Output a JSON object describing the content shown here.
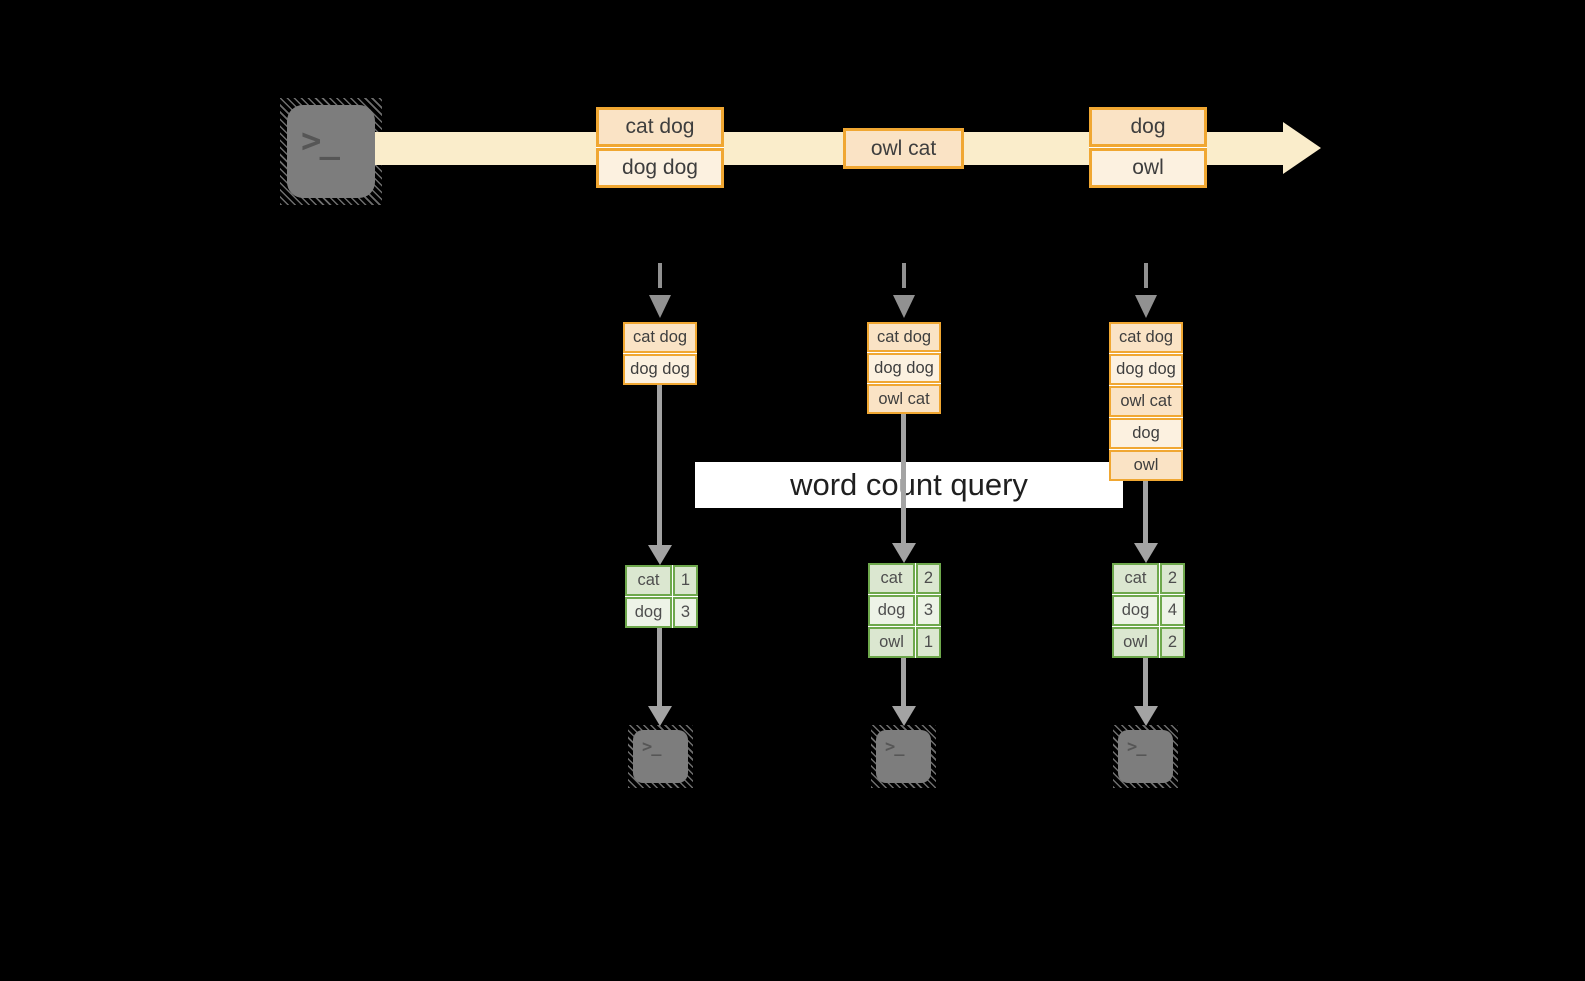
{
  "terminal": {
    "prompt": ">_"
  },
  "stream": {
    "events": [
      {
        "lines": [
          "cat dog",
          "dog dog"
        ]
      },
      {
        "lines": [
          "owl cat"
        ]
      },
      {
        "lines": [
          "dog",
          "owl"
        ]
      }
    ]
  },
  "query_label": "word count query",
  "columns": [
    {
      "buffer": [
        "cat dog",
        "dog dog"
      ],
      "counts": [
        {
          "word": "cat",
          "value": "1"
        },
        {
          "word": "dog",
          "value": "3"
        }
      ]
    },
    {
      "buffer": [
        "cat dog",
        "dog dog",
        "owl cat"
      ],
      "counts": [
        {
          "word": "cat",
          "value": "2"
        },
        {
          "word": "dog",
          "value": "3"
        },
        {
          "word": "owl",
          "value": "1"
        }
      ]
    },
    {
      "buffer": [
        "cat dog",
        "dog dog",
        "owl cat",
        "dog",
        "owl"
      ],
      "counts": [
        {
          "word": "cat",
          "value": "2"
        },
        {
          "word": "dog",
          "value": "4"
        },
        {
          "word": "owl",
          "value": "2"
        }
      ]
    }
  ],
  "colors": {
    "background": "#000000",
    "stream_band": "#faedcb",
    "orange_border": "#f0a732",
    "peach_fill": "#fae3c5",
    "cream_fill": "#fcf1e0",
    "green_border": "#6ea84c",
    "green_dark_fill": "#dbe7d0",
    "green_light_fill": "#edf3e7",
    "arrow_gray": "#a3a3a3",
    "query_band_bg": "#ffffff"
  }
}
